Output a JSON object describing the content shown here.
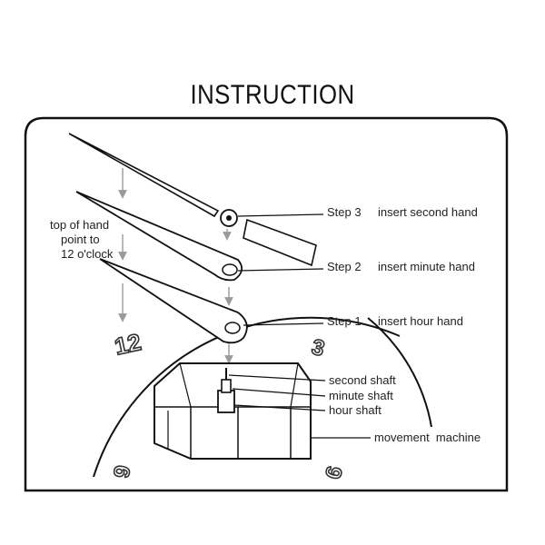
{
  "title": "INSTRUCTION",
  "note_lines": [
    "top of hand",
    "point to",
    "12 o'clock"
  ],
  "steps": [
    {
      "step": "Step 3",
      "action": "insert second hand"
    },
    {
      "step": "Step 2",
      "action": "insert minute hand"
    },
    {
      "step": "Step 1",
      "action": "insert hour hand"
    }
  ],
  "shafts": [
    "second shaft",
    "minute shaft",
    "hour shaft"
  ],
  "machine_label": "movement  machine",
  "dial_numbers": [
    "12",
    "3",
    "9",
    "6"
  ],
  "colors": {
    "line": "#1a1a1a",
    "arrow": "#9a9a9a",
    "stroke": "#111111"
  }
}
